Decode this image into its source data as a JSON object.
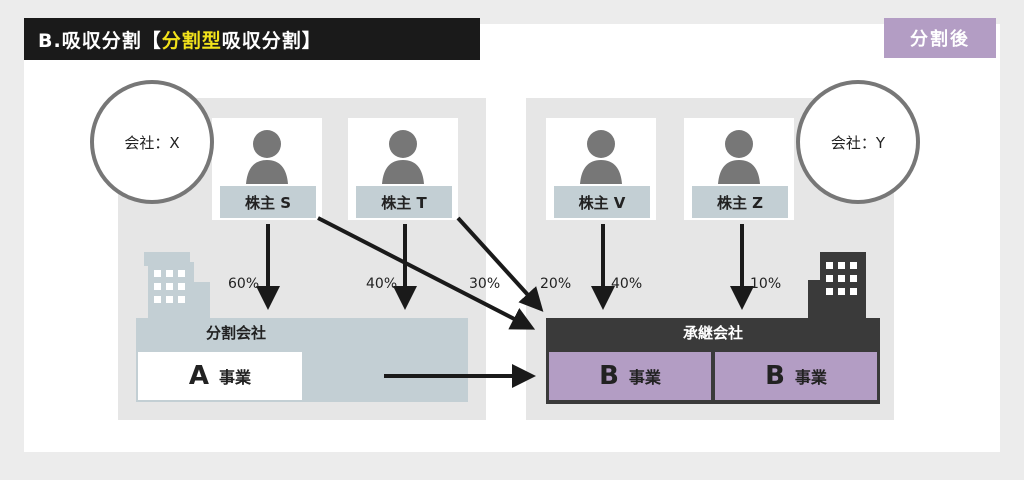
{
  "title": {
    "prefix": "B.吸収分割【",
    "highlight": "分割型",
    "suffix": "吸収分割】"
  },
  "badge": "分割後",
  "company_x": "会社：X",
  "company_y": "会社：Y",
  "shareholders": [
    {
      "label": "株主 S"
    },
    {
      "label": "株主 T"
    },
    {
      "label": "株主 V"
    },
    {
      "label": "株主 Z"
    }
  ],
  "percentages": {
    "s": "60%",
    "t": "40%",
    "s_to_y": "30%",
    "t_to_y": "20%",
    "v": "40%",
    "z": "10%"
  },
  "bunkatsu_company": "分割会社",
  "shoukei_company": "承継会社",
  "business_a": {
    "letter": "A",
    "word": "事業"
  },
  "business_b1": {
    "letter": "B",
    "word": "事業"
  },
  "business_b2": {
    "letter": "B",
    "word": "事業"
  },
  "colors": {
    "accent_purple": "#b39dc4",
    "highlight_yellow": "#f2e21b",
    "blue_gray": "#c3cfd4",
    "dark": "#3a3a3a"
  }
}
